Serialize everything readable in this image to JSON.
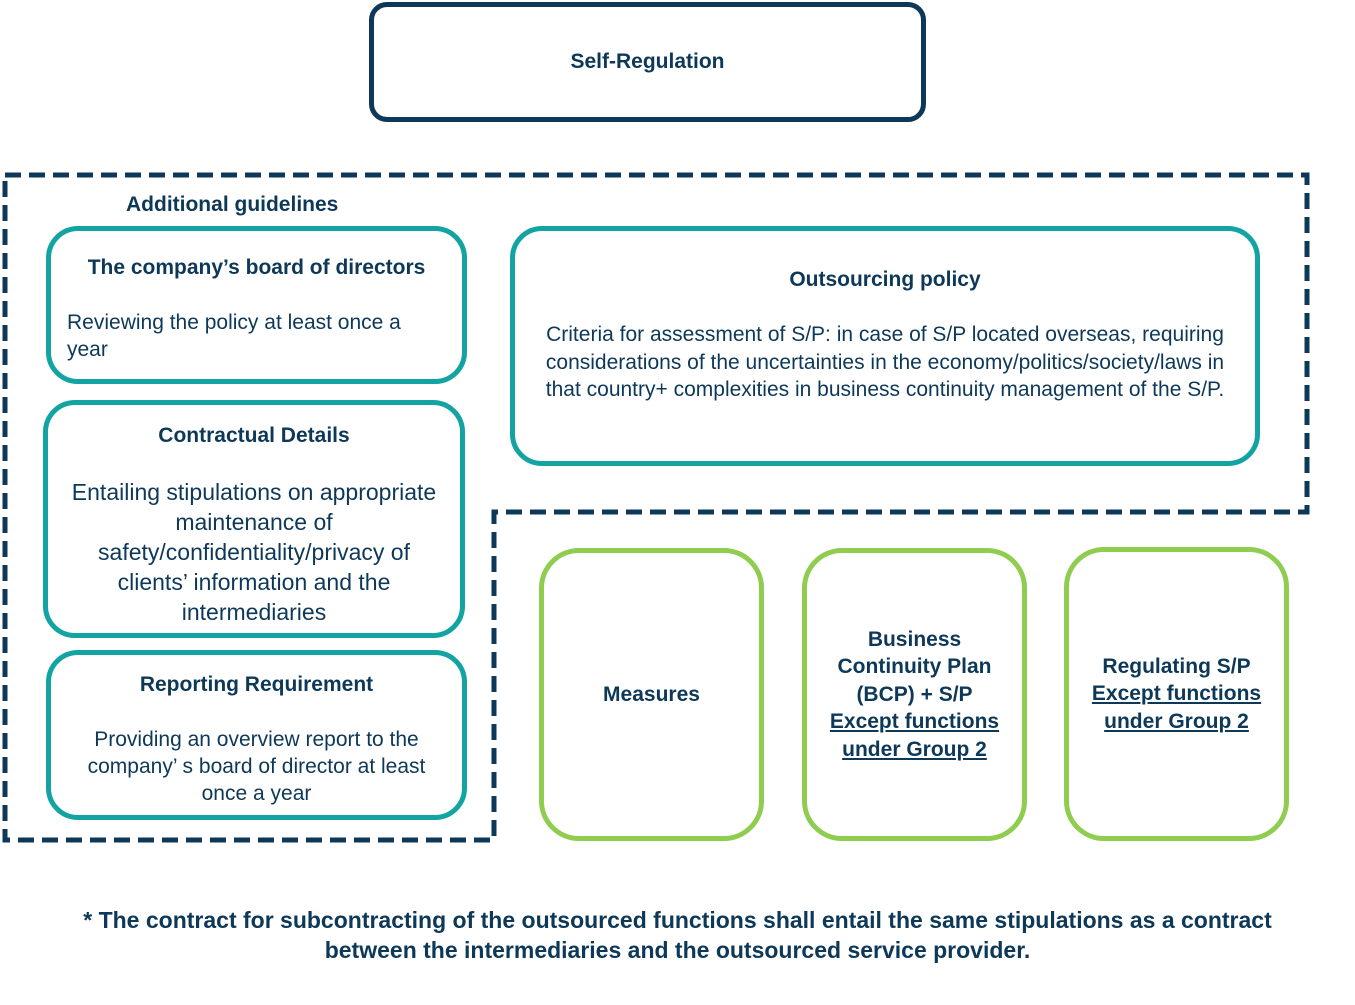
{
  "top": {
    "title": "Self-Regulation"
  },
  "group_label": "Additional guidelines",
  "board": {
    "title": "The company’s board of directors",
    "desc": "Reviewing the policy at least once a year"
  },
  "contract": {
    "title": "Contractual Details",
    "desc": "Entailing stipulations on appropriate maintenance of safety/confidentiality/privacy of clients’ information and the intermediaries"
  },
  "reporting": {
    "title": "Reporting Requirement",
    "desc": "Providing an overview report to the company’ s board of director at least once a year"
  },
  "outsourcing": {
    "title": "Outsourcing policy",
    "desc": "Criteria for assessment of S/P: in case of S/P located  overseas, requiring considerations of the uncertainties in the economy/politics/society/laws in that country+ complexities in business continuity management of the S/P."
  },
  "measures": {
    "title": "Measures"
  },
  "bcp": {
    "title": "Business Continuity Plan (BCP) + S/P",
    "link": "Except functions under Group 2"
  },
  "regulating": {
    "title": "Regulating S/P",
    "link": "Except functions under Group 2"
  },
  "footnote": "* The contract for subcontracting of the outsourced functions shall entail the same stipulations as a contract between the intermediaries and the outsourced service provider.",
  "colors": {
    "navy": "#0d3858",
    "teal": "#13a3a3",
    "green": "#8fcc4f"
  }
}
